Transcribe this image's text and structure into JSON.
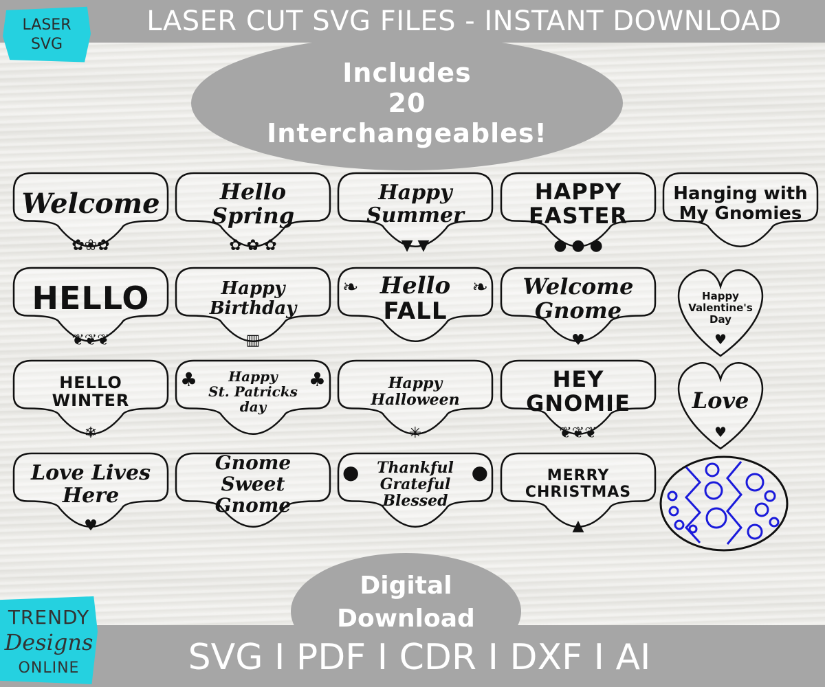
{
  "header": {
    "title": "LASER CUT SVG FILES - INSTANT DOWNLOAD",
    "badge_line1": "LASER",
    "badge_line2": "SVG"
  },
  "includes": {
    "line1": "Includes",
    "line2": "20",
    "line3": "Interchangeables!"
  },
  "plaques": [
    {
      "lines": [
        "Welcome"
      ]
    },
    {
      "lines": [
        "Hello Spring"
      ]
    },
    {
      "lines": [
        "Happy",
        "Summer"
      ]
    },
    {
      "lines": [
        "HAPPY",
        "EASTER"
      ]
    },
    {
      "lines": [
        "Hanging with",
        "My Gnomies"
      ]
    },
    {
      "lines": [
        "HELLO"
      ]
    },
    {
      "lines": [
        "Happy",
        "Birthday"
      ]
    },
    {
      "lines": [
        "Hello",
        "FALL"
      ]
    },
    {
      "lines": [
        "Welcome",
        "Gnome"
      ]
    },
    {
      "lines": [
        "Happy",
        "Valentine's",
        "Day"
      ]
    },
    {
      "lines": [
        "HELLO",
        "WINTER"
      ]
    },
    {
      "lines": [
        "Happy",
        "St. Patricks",
        "day"
      ]
    },
    {
      "lines": [
        "Happy",
        "Halloween"
      ]
    },
    {
      "lines": [
        "HEY",
        "GNOMIE"
      ]
    },
    {
      "lines": [
        "Love"
      ]
    },
    {
      "lines": [
        "Love Lives",
        "Here"
      ]
    },
    {
      "lines": [
        "Gnome Sweet",
        "Gnome"
      ]
    },
    {
      "lines": [
        "Thankful",
        "Grateful",
        "Blessed"
      ]
    },
    {
      "lines": [
        "MERRY",
        "CHRISTMAS"
      ]
    },
    {
      "lines": []
    }
  ],
  "footer": {
    "digital_line1": "Digital",
    "digital_line2": "Download",
    "formats": "SVG I PDF I CDR I DXF I AI",
    "brand_line1": "TRENDY",
    "brand_line2": "Designs",
    "brand_line3": "ONLINE"
  },
  "colors": {
    "accent_cyan": "#25d1e0",
    "banner_gray": "#a6a6a6",
    "egg_blue": "#1a1adb"
  }
}
